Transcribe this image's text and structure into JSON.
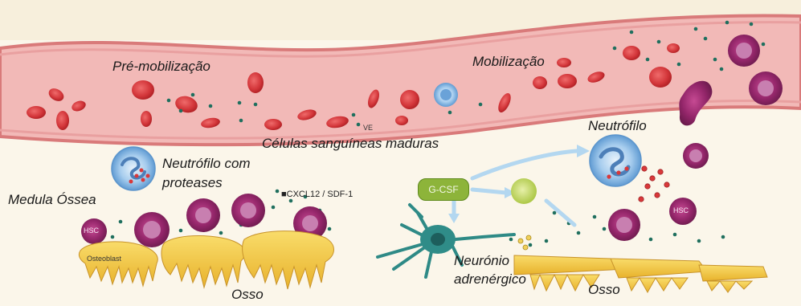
{
  "labels": {
    "pre_mobilization": "Pré-mobilização",
    "mobilization": "Mobilização",
    "mature_blood_cells": "Células sanguíneas maduras",
    "neutrophil_proteases_line1": "Neutrófilo com",
    "neutrophil_proteases_line2": "proteases",
    "bone_marrow": "Medula Óssea",
    "cxcl12": "CXCL12 / SDF-1",
    "gcsf": "G-CSF",
    "neutrophil": "Neutrófilo",
    "hsc_left": "HSC",
    "hsc_right": "HSC",
    "osteoblast": "Osteoblast",
    "bone_left": "Osso",
    "adrenergic_neuron_line1": "Neurónio",
    "adrenergic_neuron_line2": "adrenérgico",
    "bone_right": "Osso",
    "vessel_small_mark": "VE"
  },
  "colors": {
    "vessel": "#f1b8b8",
    "vessel_wall": "#d97c7c",
    "rbc": "#d9383a",
    "hsc": "#9a2a6e",
    "neutrophil": "#7fb6e3",
    "osteoblast": "#f3c63d",
    "neuron": "#2e8a86",
    "gcsf": "#8db43a",
    "chemokine_dot": "#1f6f5e"
  }
}
